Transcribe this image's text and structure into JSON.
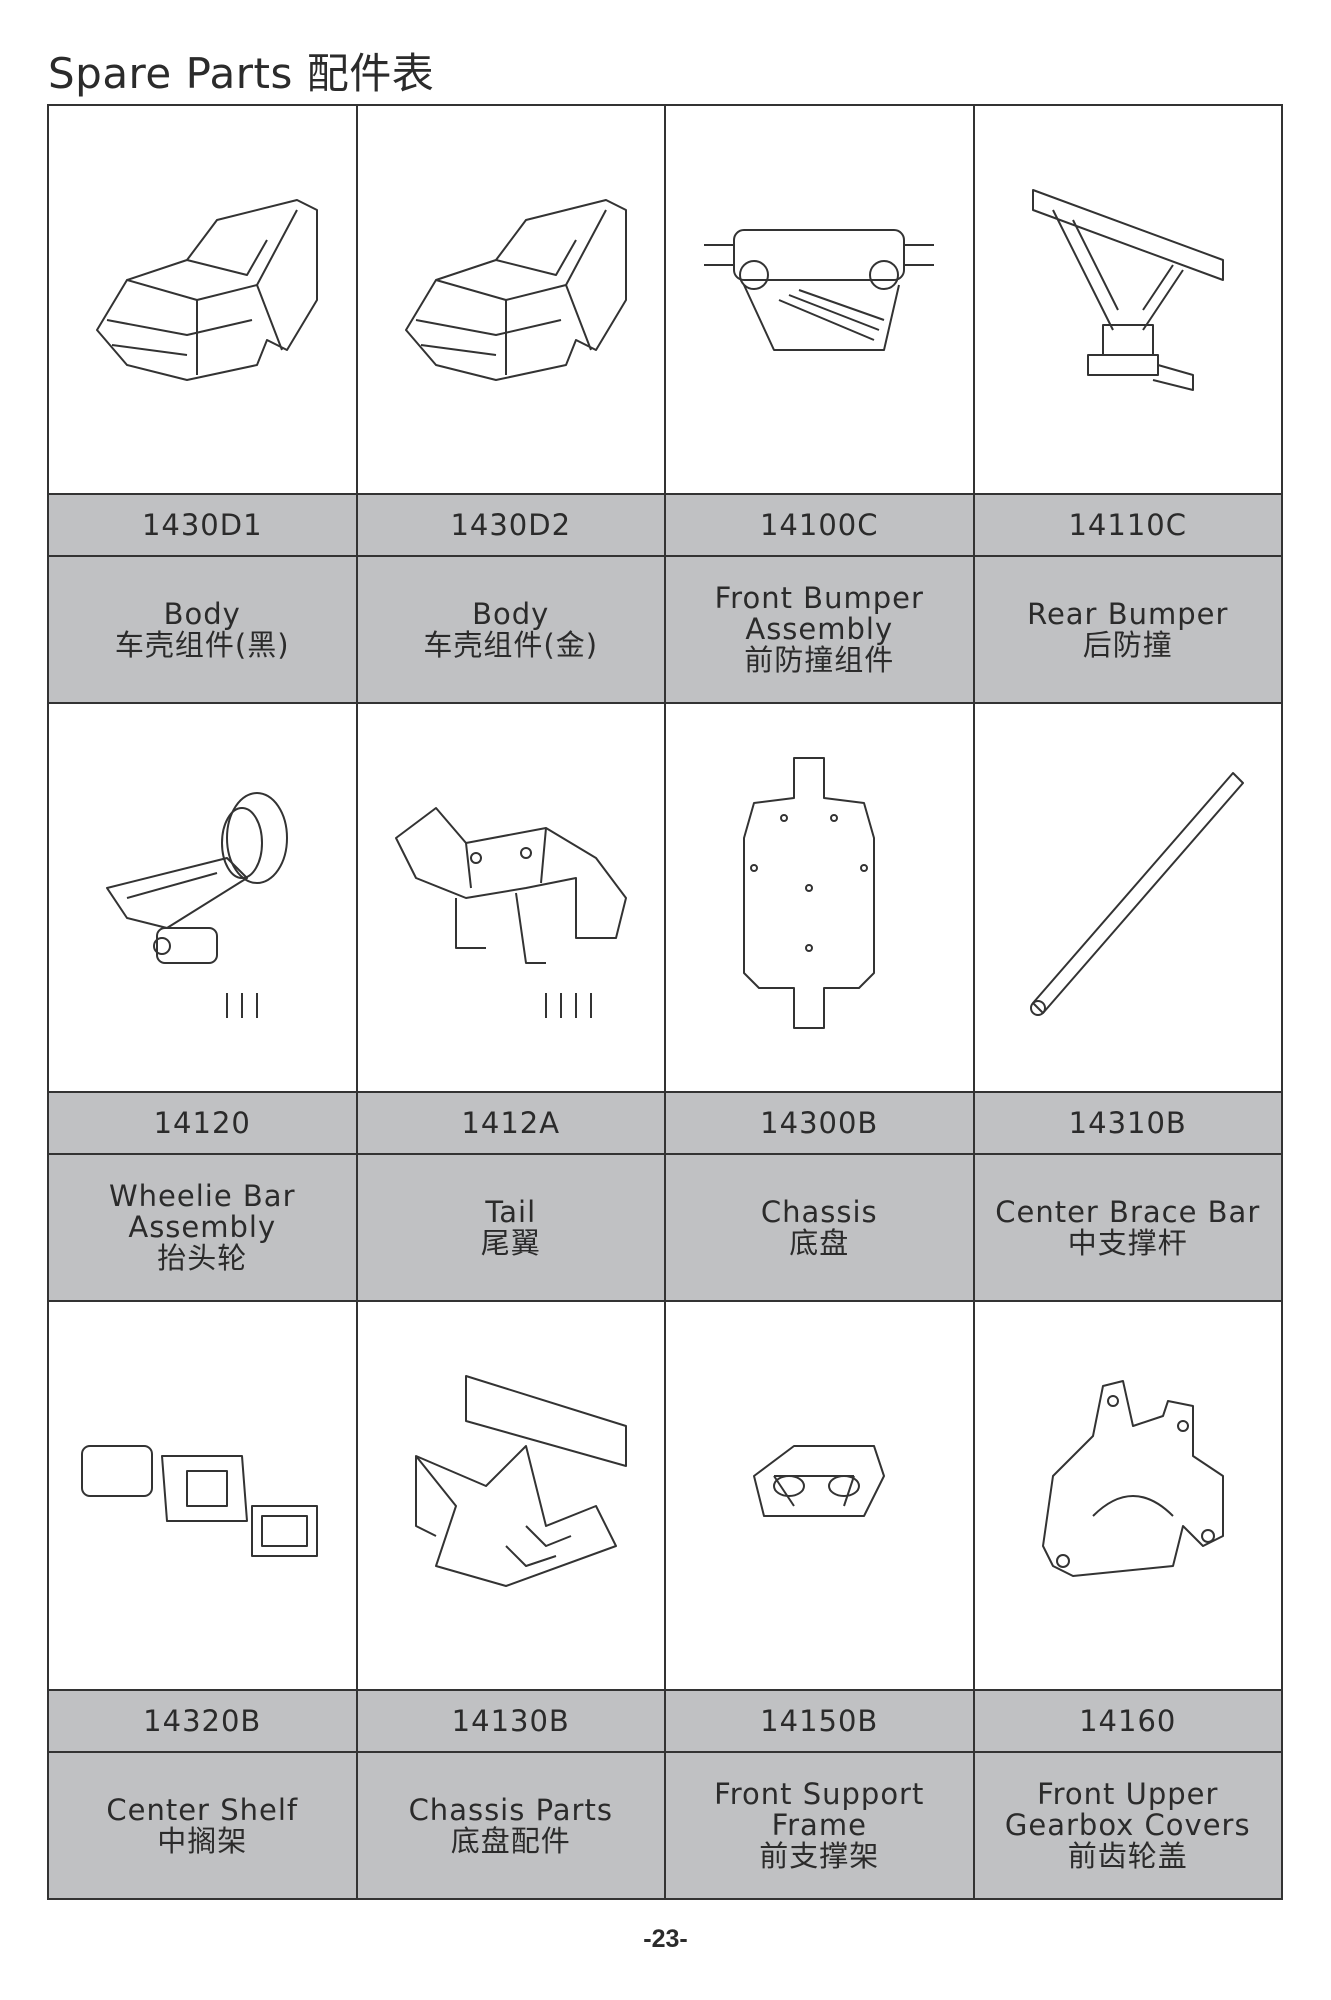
{
  "header": {
    "title": "Spare Parts 配件表"
  },
  "parts": [
    {
      "code": "1430D1",
      "name_en": [
        "Body"
      ],
      "name_cn": "车壳组件(黑)",
      "icon": "car-body-icon"
    },
    {
      "code": "1430D2",
      "name_en": [
        "Body"
      ],
      "name_cn": "车壳组件(金)",
      "icon": "car-body-icon"
    },
    {
      "code": "14100C",
      "name_en": [
        "Front Bumper",
        "Assembly"
      ],
      "name_cn": "前防撞组件",
      "icon": "front-bumper-icon"
    },
    {
      "code": "14110C",
      "name_en": [
        "Rear Bumper"
      ],
      "name_cn": "后防撞",
      "icon": "rear-bumper-icon"
    },
    {
      "code": "14120",
      "name_en": [
        "Wheelie Bar",
        "Assembly"
      ],
      "name_cn": "抬头轮",
      "icon": "wheelie-bar-icon"
    },
    {
      "code": "1412A",
      "name_en": [
        "Tail"
      ],
      "name_cn": "尾翼",
      "icon": "tail-wing-icon"
    },
    {
      "code": "14300B",
      "name_en": [
        "Chassis"
      ],
      "name_cn": "底盘",
      "icon": "chassis-plate-icon"
    },
    {
      "code": "14310B",
      "name_en": [
        "Center Brace Bar"
      ],
      "name_cn": "中支撑杆",
      "icon": "brace-bar-icon"
    },
    {
      "code": "14320B",
      "name_en": [
        "Center Shelf"
      ],
      "name_cn": "中搁架",
      "icon": "center-shelf-icon"
    },
    {
      "code": "14130B",
      "name_en": [
        "Chassis Parts"
      ],
      "name_cn": "底盘配件",
      "icon": "chassis-parts-icon"
    },
    {
      "code": "14150B",
      "name_en": [
        "Front Support",
        "Frame"
      ],
      "name_cn": "前支撑架",
      "icon": "support-frame-icon"
    },
    {
      "code": "14160",
      "name_en": [
        "Front Upper",
        "Gearbox Covers"
      ],
      "name_cn": "前齿轮盖",
      "icon": "gearbox-cover-icon"
    }
  ],
  "footer": {
    "page_number": "-23-"
  }
}
